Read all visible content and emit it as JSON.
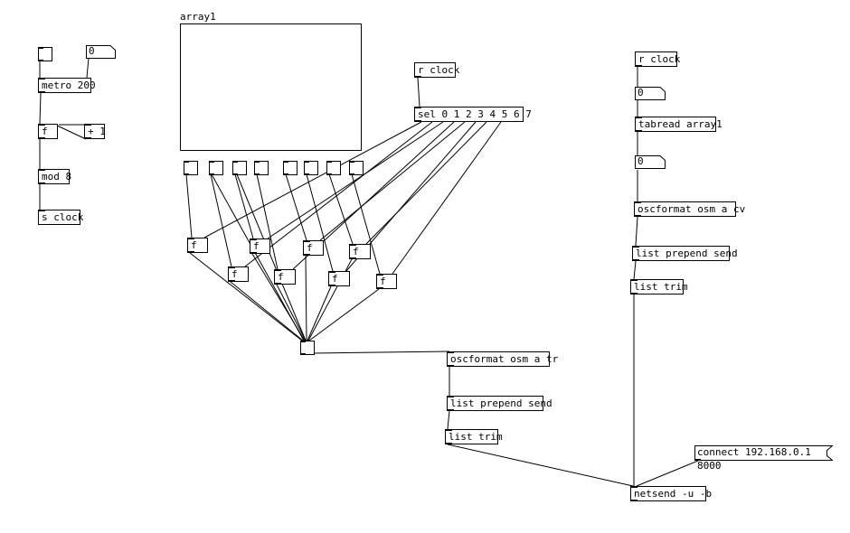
{
  "array": {
    "name": "array1"
  },
  "objects": {
    "metro": "metro 200",
    "f_counter": "f",
    "plus1": "+ 1",
    "mod8": "mod 8",
    "s_clock": "s clock",
    "r_clock_a": "r clock",
    "sel": "sel 0 1 2 3 4 5 6 7",
    "f1": "f",
    "f2": "f",
    "f3": "f",
    "f4": "f",
    "f5": "f",
    "f6": "f",
    "f7": "f",
    "f8": "f",
    "osc_tr": "oscformat osm a tr",
    "prepend_tr": "list prepend send",
    "trim_tr": "list trim",
    "r_clock_b": "r clock",
    "tabread": "tabread array1",
    "osc_cv": "oscformat osm a cv",
    "prepend_cv": "list prepend send",
    "trim_cv": "list trim",
    "netsend": "netsend -u -b"
  },
  "numbers": {
    "num_metro": "0",
    "num_b1": "0",
    "num_b2": "0"
  },
  "messages": {
    "connect": "connect 192.168.0.1 8000"
  }
}
